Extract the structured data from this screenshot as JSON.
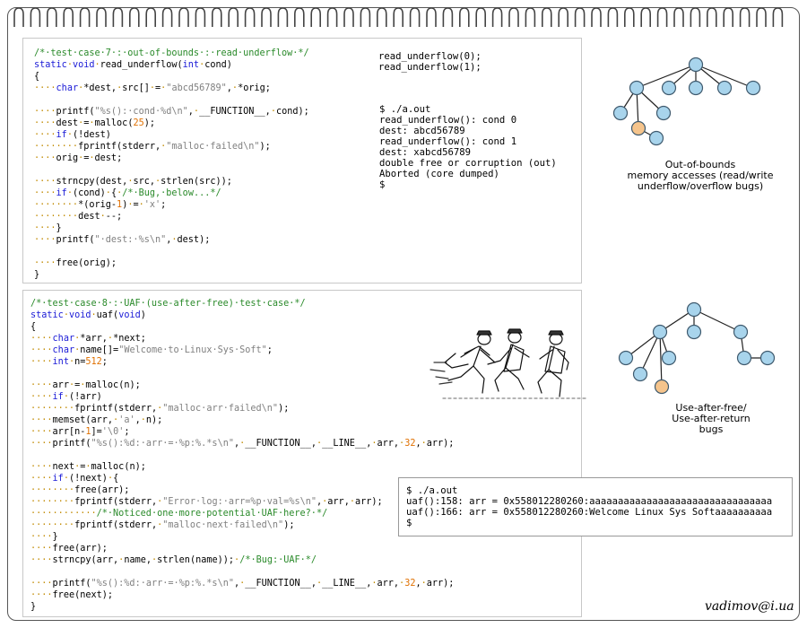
{
  "panel1": {
    "code_lines": [
      "/*·test·case·7·:·out-of-bounds·:·read·underflow·*/",
      "static·void·read_underflow(int·cond)",
      "{",
      "····char·*dest,·src[]·=·\"abcd56789\",·*orig;",
      "",
      "····printf(\"%s():·cond·%d\\n\",·__FUNCTION__,·cond);",
      "····dest·=·malloc(25);",
      "····if·(!dest)",
      "········fprintf(stderr,·\"malloc·failed\\n\");",
      "····orig·=·dest;",
      "",
      "····strncpy(dest,·src,·strlen(src));",
      "····if·(cond)·{·/*·Bug,·below...*/",
      "········*(orig-1)·=·'x';",
      "········dest·--;",
      "····}",
      "····printf(\"·dest:·%s\\n\",·dest);",
      "",
      "····free(orig);",
      "}"
    ],
    "calls": [
      "read_underflow(0);",
      "read_underflow(1);"
    ],
    "output": [
      "$ ./a.out",
      "read_underflow(): cond 0",
      "dest: abcd56789",
      "read_underflow(): cond 1",
      "dest: xabcd56789",
      "double free or corruption (out)",
      "Aborted (core dumped)",
      "$"
    ]
  },
  "panel2": {
    "code_lines": [
      "/*·test·case·8·:·UAF·(use-after-free)·test·case·*/",
      "static·void·uaf(void)",
      "{",
      "····char·*arr,·*next;",
      "····char·name[]=\"Welcome·to·Linux·Sys·Soft\";",
      "····int·n=512;",
      "",
      "····arr·=·malloc(n);",
      "····if·(!arr)",
      "········fprintf(stderr,·\"malloc·arr·failed\\n\");",
      "····memset(arr,·'a',·n);",
      "····arr[n-1]='\\0';",
      "····printf(\"%s():%d:·arr·=·%p:%.*s\\n\",·__FUNCTION__,·__LINE__,·arr,·32,·arr);",
      "",
      "····next·=·malloc(n);",
      "····if·(!next)·{",
      "········free(arr);",
      "········fprintf(stderr,·\"Error·log:·arr=%p·val=%s\\n\",·arr,·arr);",
      "············/*·Noticed·one·more·potential·UAF·here?·*/",
      "········fprintf(stderr,·\"malloc·next·failed\\n\");",
      "····}",
      "····free(arr);",
      "····strncpy(arr,·name,·strlen(name));·/*·Bug:·UAF·*/",
      "",
      "····printf(\"%s():%d:·arr·=·%p:%.*s\\n\",·__FUNCTION__,·__LINE__,·arr,·32,·arr);",
      "····free(next);",
      "}"
    ],
    "output": [
      "$ ./a.out",
      "uaf():158: arr = 0x558012280260:aaaaaaaaaaaaaaaaaaaaaaaaaaaaaaaa",
      "uaf():166: arr = 0x558012280260:Welcome Linux Sys Softaaaaaaaaaa",
      "$"
    ]
  },
  "tree1_caption": [
    "Out-of-bounds",
    "memory accesses (read/write",
    "underflow/overflow bugs)"
  ],
  "tree2_caption": [
    "Use-after-free/",
    "Use-after-return",
    "bugs"
  ],
  "author": "vadimov@i.ua",
  "colors": {
    "node_fill": "#a8d4ec",
    "node_stroke": "#3f5a6e",
    "highlight_fill": "#f5c48c",
    "keyword": "#1a1ad6",
    "comment": "#2a8a2a",
    "string": "#808080",
    "number": "#e07000",
    "dots": "#c08a00"
  }
}
